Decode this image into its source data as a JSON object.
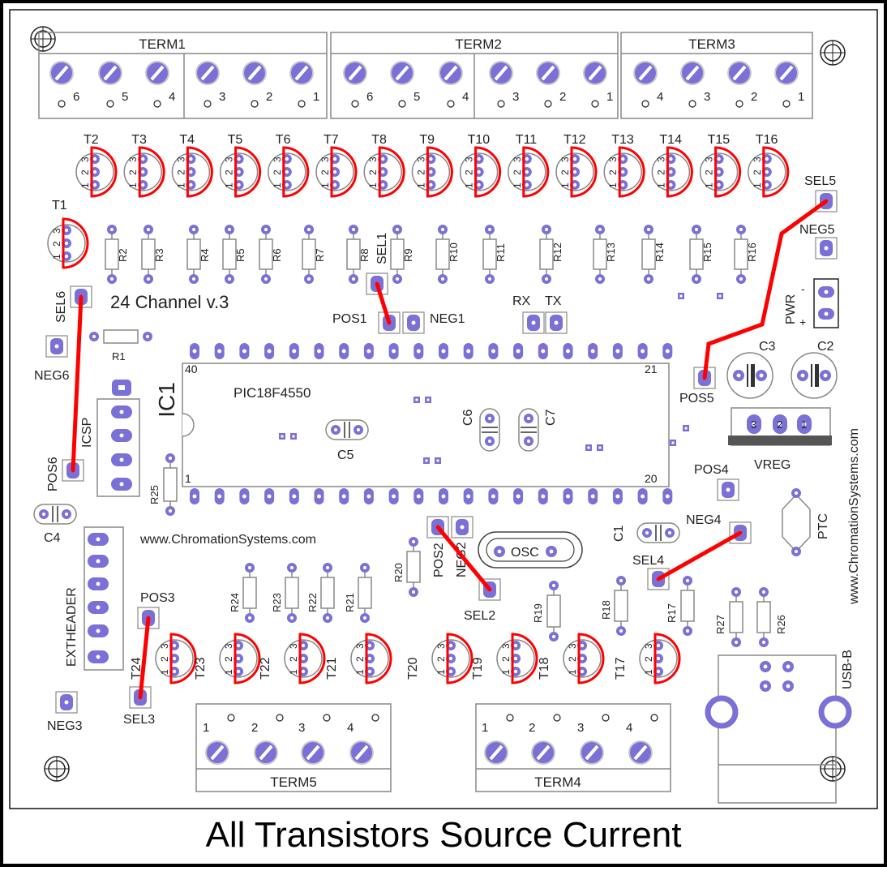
{
  "caption": "All Transistors Source Current",
  "board_title": "24 Channel v.3",
  "chip_label": "PIC18F4550",
  "ic_ref": "IC1",
  "website": "www.ChromationSystems.com",
  "website_vertical": "www.ChromationSystems.com",
  "ic_pins": {
    "p40": "40",
    "p21": "21",
    "p1": "1",
    "p20": "20"
  },
  "terminals": [
    {
      "name": "TERM1",
      "pins": [
        "6",
        "5",
        "4",
        "3",
        "2",
        "1"
      ]
    },
    {
      "name": "TERM2",
      "pins": [
        "6",
        "5",
        "4",
        "3",
        "2",
        "1"
      ]
    },
    {
      "name": "TERM3",
      "pins": [
        "4",
        "3",
        "2",
        "1"
      ]
    },
    {
      "name": "TERM5",
      "pins": [
        "1",
        "2",
        "3",
        "4"
      ]
    },
    {
      "name": "TERM4",
      "pins": [
        "1",
        "2",
        "3",
        "4"
      ]
    }
  ],
  "top_transistors": [
    "T2",
    "T3",
    "T4",
    "T5",
    "T6",
    "T7",
    "T8",
    "T9",
    "T10",
    "T11",
    "T12",
    "T13",
    "T14",
    "T15",
    "T16"
  ],
  "bottom_transistors": [
    "T24",
    "T23",
    "T22",
    "T21",
    "T20",
    "T19",
    "T18",
    "T17"
  ],
  "t1": "T1",
  "top_resistors": [
    "R2",
    "R3",
    "R4",
    "R5",
    "R6",
    "R7",
    "R8",
    "R9",
    "R10",
    "R11",
    "R12",
    "R13",
    "R14",
    "R15",
    "R16"
  ],
  "bottom_resistors": [
    "R24",
    "R23",
    "R22",
    "R21"
  ],
  "misc_labels": {
    "r1": "R1",
    "r25": "R25",
    "r20": "R20",
    "r19": "R19",
    "r18": "R18",
    "r17": "R17",
    "r27": "R27",
    "r26": "R26",
    "c1": "C1",
    "c2": "C2",
    "c3": "C3",
    "c4": "C4",
    "c5": "C5",
    "c6": "C6",
    "c7": "C7",
    "sel1": "SEL1",
    "pos1": "POS1",
    "neg1": "NEG1",
    "sel2": "SEL2",
    "pos2": "POS2",
    "neg2": "NEG2",
    "sel3": "SEL3",
    "pos3": "POS3",
    "neg3": "NEG3",
    "sel4": "SEL4",
    "pos4": "POS4",
    "neg4": "NEG4",
    "sel5": "SEL5",
    "pos5": "POS5",
    "neg5": "NEG5",
    "sel6": "SEL6",
    "pos6": "POS6",
    "neg6": "NEG6",
    "rx": "RX",
    "tx": "TX",
    "pwr": "PWR",
    "pwr_minus": "-",
    "pwr_plus": "+",
    "icsp": "ICSP",
    "extheader": "EXTHEADER",
    "vreg": "VREG",
    "vreg_pins": [
      "3",
      "2",
      "1"
    ],
    "osc": "OSC",
    "ptc": "PTC",
    "usb": "USB-B",
    "pin_nums": [
      "1",
      "2",
      "3"
    ]
  },
  "colors": {
    "pad": "#7a70d6",
    "wire": "#ff0000",
    "silk": "#9a9a9a",
    "ink": "#222222"
  }
}
